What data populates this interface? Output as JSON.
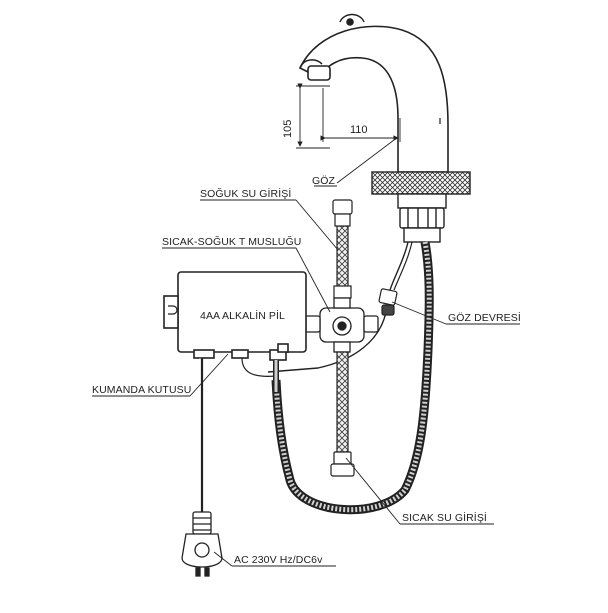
{
  "dimensions": {
    "height_label": "105",
    "reach_label": "110"
  },
  "labels": {
    "goz": "GÖZ",
    "soguk_su_girisi": "SOĞUK SU GİRİŞİ",
    "sicak_soguk_t_muslugu": "SICAK-SOĞUK T MUSLUĞU",
    "battery": "4AA ALKALİN PİL",
    "goz_devresi": "GÖZ DEVRESİ",
    "kumanda_kutusu": "KUMANDA KUTUSU",
    "sicak_su_girisi": "SICAK SU GİRİŞİ",
    "power": "AC 230V Hz/DC6v"
  }
}
